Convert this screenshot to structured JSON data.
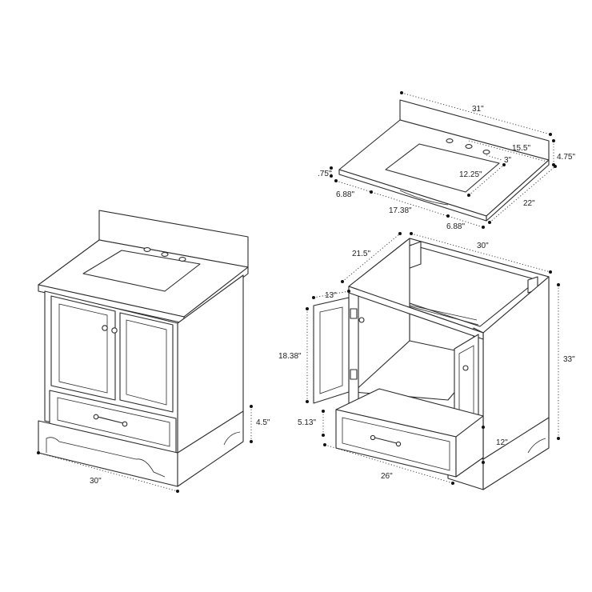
{
  "views": {
    "front": {
      "width": "30\"",
      "base_height": "4.5\""
    },
    "top": {
      "length": "31\"",
      "faucet_spacing": "15.5\"",
      "backsplash_height": "4.75\"",
      "faucet_offset": "3\"",
      "thickness": ".75\"",
      "basin_depth": "12.25\"",
      "left_offset": "6.88\"",
      "basin_width": "17.38\"",
      "right_offset": "6.88\"",
      "depth": "22\""
    },
    "open": {
      "depth": "21.5\"",
      "width": "30\"",
      "door_depth": "13\"",
      "height": "33\"",
      "door_height": "18.38\"",
      "drawer_height": "5.13\"",
      "drawer_depth": "12\"",
      "drawer_width": "26\""
    }
  }
}
